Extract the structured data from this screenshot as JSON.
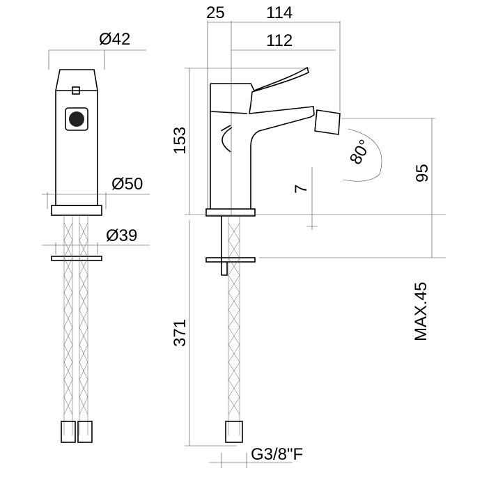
{
  "dimensions": {
    "dia_top": "Ø42",
    "dia_base": "Ø50",
    "dia_shank": "Ø39",
    "offset": "25",
    "total_reach": "114",
    "spout_reach": "112",
    "height": "153",
    "angle": "80°",
    "spout_height": "95",
    "base_gap": "7",
    "hose_length": "371",
    "max_thickness": "MAX.45",
    "connection": "G3/8\"F"
  }
}
